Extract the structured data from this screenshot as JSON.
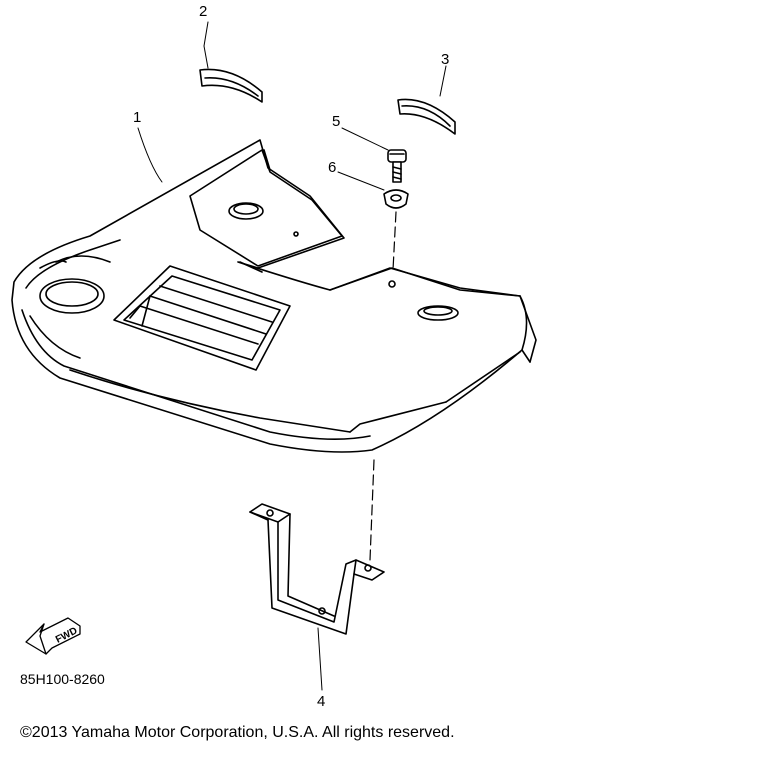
{
  "callouts": {
    "part1": "1",
    "part2": "2",
    "part3": "3",
    "part4": "4",
    "part5": "5",
    "part6": "6"
  },
  "fwd_arrow_text": "FWD",
  "diagram_code": "85H100-8260",
  "copyright": "©2013 Yamaha Motor Corporation, U.S.A. All rights reserved."
}
